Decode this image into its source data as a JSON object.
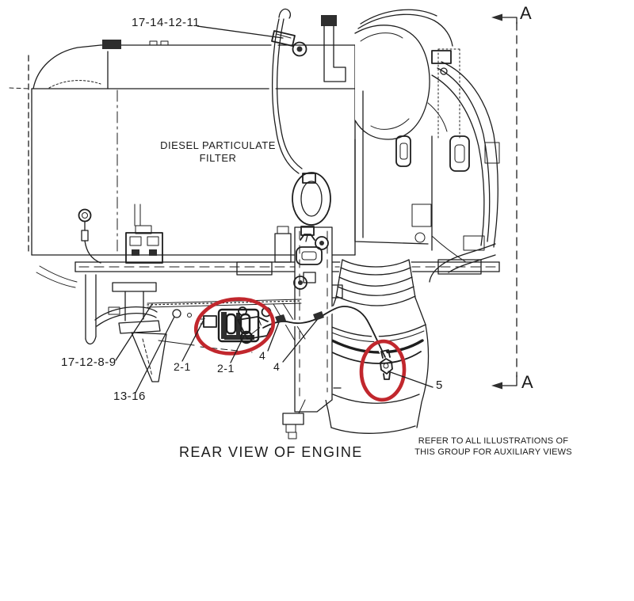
{
  "diagram": {
    "caption": "REAR VIEW OF ENGINE",
    "note": {
      "line1": "REFER TO ALL ILLUSTRATIONS OF",
      "line2": "THIS GROUP FOR AUXILIARY VIEWS"
    },
    "component_text": {
      "line1": "DIESEL PARTICULATE",
      "line2": "FILTER"
    },
    "section": {
      "letter": "A"
    },
    "labels": {
      "harness_clamp": "17-14-12-11",
      "frame_group": "17-12-8-9",
      "grommet": "13-16",
      "nox_module_a": "2-1",
      "nox_module_b": "2-1",
      "clip_a": "4",
      "clip_b": "4",
      "exhaust_sensor": "5"
    },
    "colors": {
      "line": "#1e1e1e",
      "annotation": "#c1272d",
      "background": "#ffffff"
    }
  }
}
